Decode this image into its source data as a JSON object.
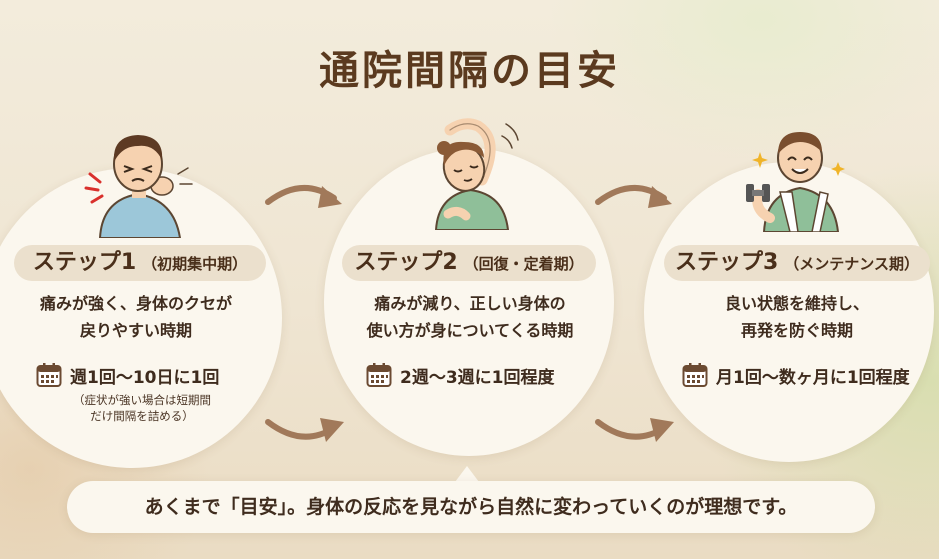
{
  "title": "通院間隔の目安",
  "steps": [
    {
      "label": "ステップ1",
      "period": "（初期集中期）",
      "desc_line1": "痛みが強く、身体のクセが",
      "desc_line2": "戻りやすい時期",
      "frequency": "週1回〜10日に1回",
      "note_line1": "（症状が強い場合は短期間",
      "note_line2": "だけ間隔を詰める）"
    },
    {
      "label": "ステップ2",
      "period": "（回復・定着期）",
      "desc_line1": "痛みが減り、正しい身体の",
      "desc_line2": "使い方が身についてくる時期",
      "frequency": "2週〜3週に1回程度"
    },
    {
      "label": "ステップ3",
      "period": "（メンテナンス期）",
      "desc_line1": "良い状態を維持し、",
      "desc_line2": "再発を防ぐ時期",
      "frequency": "月1回〜数ヶ月に1回程度"
    }
  ],
  "footer": "あくまで「目安」。身体の反応を見ながら自然に変わっていくのが理想です。",
  "icons": {
    "calendar": "calendar-icon",
    "arrow": "curved-arrow-icon",
    "person_pain": "person-in-pain-illustration",
    "person_stretch": "person-stretching-illustration",
    "person_exercise": "person-with-dumbbell-illustration"
  },
  "colors": {
    "title": "#5b3a1f",
    "label_bg": "#ebe0cd",
    "card_bg": "#fbf7ee",
    "arrow": "#a1795a",
    "shirt_blue": "#9cc7d9",
    "shirt_green": "#8fbf99",
    "pain_red": "#d9302c"
  }
}
